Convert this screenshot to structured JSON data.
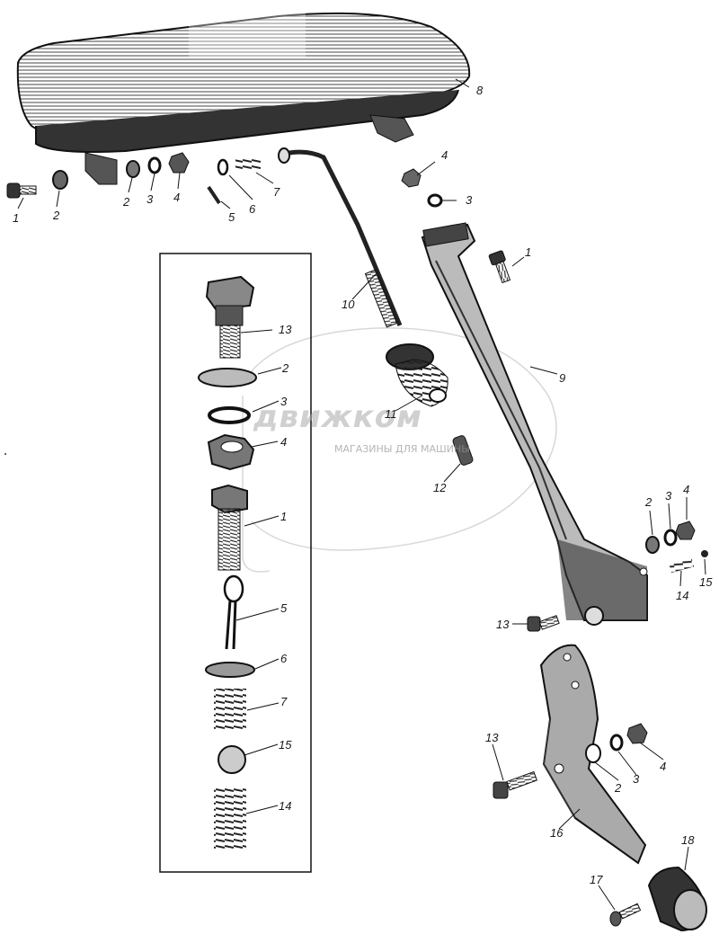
{
  "callouts": {
    "top": [
      "1",
      "2",
      "2",
      "3",
      "4",
      "5",
      "6",
      "7",
      "4",
      "3",
      "8",
      "10",
      "1",
      "9",
      "11",
      "12"
    ],
    "inset": [
      "13",
      "2",
      "3",
      "4",
      "1",
      "5",
      "6",
      "7",
      "15",
      "14"
    ],
    "right": [
      "2",
      "3",
      "4",
      "14",
      "15",
      "13",
      "13",
      "2",
      "3",
      "4",
      "16",
      "17",
      "18"
    ]
  },
  "watermark": {
    "title": "движком",
    "subtitle": "МАГАЗИНЫ ДЛЯ МАШИНЫ"
  },
  "colors": {
    "ink": "#1a1a1a",
    "watermark": "#aaaaaa"
  }
}
